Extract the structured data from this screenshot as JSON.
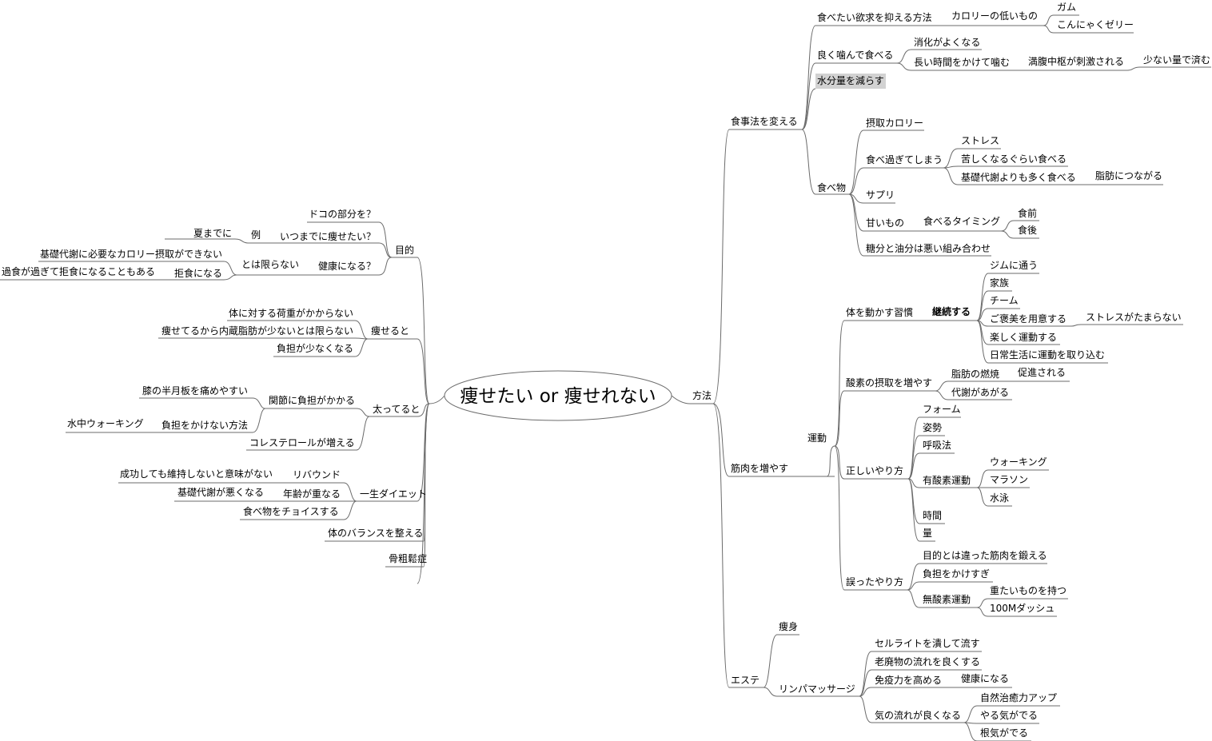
{
  "center": {
    "label": "痩せたい or 痩せれない"
  },
  "nodes": {
    "houhou": "方法",
    "shokujihou": "食事法を変える",
    "yokkyuu": "食べたい欲求を抑える方法",
    "calorie_low": "カロリーの低いもの",
    "gum": "ガム",
    "konnyaku": "こんにゃくゼリー",
    "kamu": "良く噛んで食べる",
    "shouka": "消化がよくなる",
    "nagai": "長い時間をかけて噛む",
    "manpuku": "満腹中枢が刺激される",
    "sukunai": "少ない量で済む",
    "suibun": "水分量を減らす",
    "tabemono": "食べ物",
    "sesshu": "摂取カロリー",
    "tabesugi": "食べ過ぎてしまう",
    "stress": "ストレス",
    "kurushiku": "苦しくなるぐらい食べる",
    "kiso_ooku": "基礎代謝よりも多く食べる",
    "shibou_tsunagaru": "脂肪につながる",
    "sapuri": "サプリ",
    "amaimono": "甘いもの",
    "timing": "食べるタイミング",
    "shokuzen": "食前",
    "shokugo": "食後",
    "toubun": "糖分と油分は悪い組み合わせ",
    "kinniku": "筋肉を増やす",
    "undou": "運動",
    "shuukan": "体を動かす習慣",
    "keizoku": "継続する",
    "gym": "ジムに通う",
    "kazoku": "家族",
    "team": "チーム",
    "gohoubi": "ご褒美を用意する",
    "stress_tamaranai": "ストレスがたまらない",
    "tanoshiku": "楽しく運動する",
    "nichijou": "日常生活に運動を取り込む",
    "sanso": "酸素の摂取を増やす",
    "nenshou": "脂肪の燃焼",
    "sokushin": "促進される",
    "taisha": "代謝があがる",
    "tadashii": "正しいやり方",
    "form": "フォーム",
    "shisei": "姿勢",
    "kokyuu": "呼吸法",
    "yuusanso": "有酸素運動",
    "walking": "ウォーキング",
    "marathon": "マラソン",
    "suiei": "水泳",
    "jikan": "時間",
    "ryou": "量",
    "ayamatta": "誤ったやり方",
    "mokuteki_chigau": "目的とは違った筋肉を鍛える",
    "futan_sugi": "負担をかけすぎ",
    "musanso": "無酸素運動",
    "omotai": "重たいものを持つ",
    "dash": "100Mダッシュ",
    "esute": "エステ",
    "soushin": "痩身",
    "lymph": "リンパマッサージ",
    "cellulite": "セルライトを潰して流す",
    "rouhaibutsu": "老廃物の流れを良くする",
    "menekiryoku": "免疫力を高める",
    "kenkou_ni_naru": "健康になる",
    "ki": "気の流れが良くなる",
    "shizen": "自然治癒力アップ",
    "yaruki": "やる気がでる",
    "konki": "根気がでる",
    "mokuteki": "目的",
    "doko": "ドコの部分を？",
    "itsumade": "いつまでに痩せたい？",
    "rei": "例",
    "natsu": "夏までに",
    "kenkou_q": "健康になる？",
    "kagiranai": "とは限らない",
    "kiso_hitsuyou": "基礎代謝に必要なカロリー摂取ができない",
    "kyoshoku": "拒食になる",
    "kashoku": "過食が過ぎて拒食になることもある",
    "yaseruto": "痩せると",
    "kajuu": "体に対する荷重がかからない",
    "naizou": "痩せてるから内蔵脂肪が少ないとは限らない",
    "futan_sukunaku": "負担が少なくなる",
    "futteruto": "太ってると",
    "kansetsu": "関節に負担がかかる",
    "hiza": "膝の半月板を痛めやすい",
    "futan_nai": "負担をかけない方法",
    "suichuu": "水中ウォーキング",
    "cholesterol": "コレステロールが増える",
    "isshou": "一生ダイエット",
    "rebound": "リバウンド",
    "seikou": "成功しても維持しないと意味がない",
    "nenrei": "年齢が重なる",
    "kiso_waruku": "基礎代謝が悪くなる",
    "choice": "食べ物をチョイスする",
    "balance": "体のバランスを整える",
    "kotsusoshou": "骨粗鬆症"
  }
}
